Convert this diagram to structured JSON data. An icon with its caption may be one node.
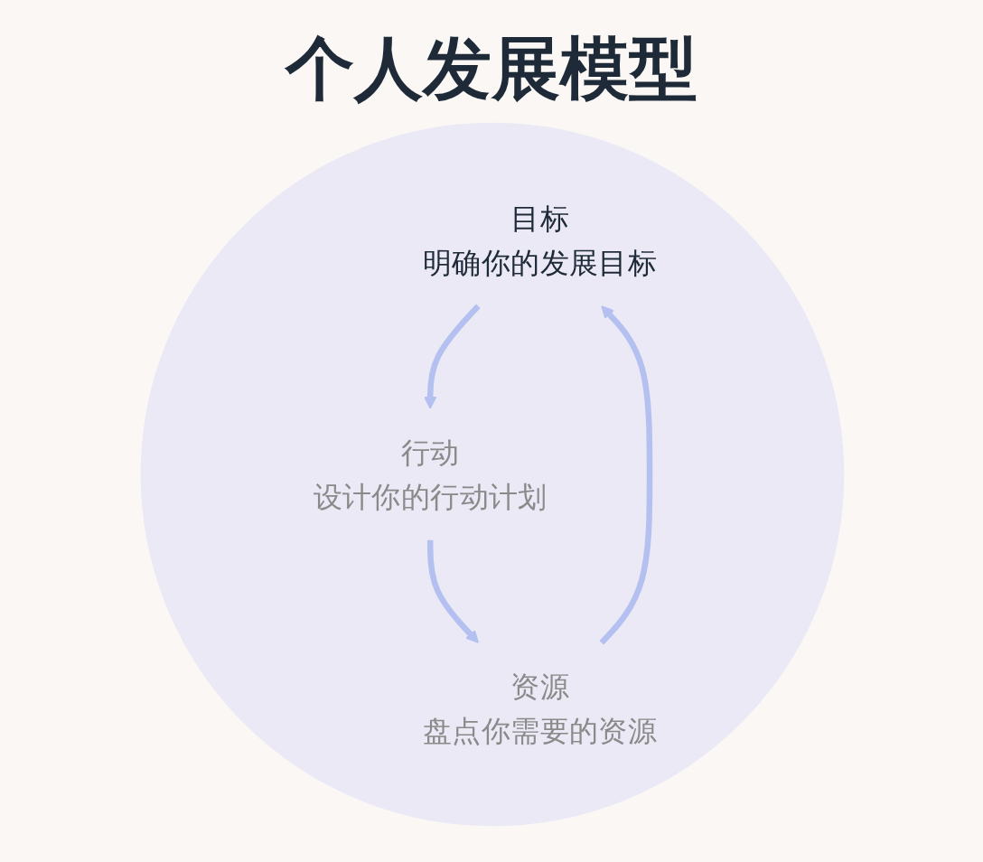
{
  "diagram": {
    "title": "个人发展模型",
    "nodes": [
      {
        "text": [],
        "shape": "circle"
      },
      {
        "text": [
          "目标",
          "明确你的发展目标"
        ],
        "in": 0
      },
      {
        "text": [
          "行动",
          "设计你的行动计划"
        ],
        "in": 0
      },
      {
        "text": [
          "资源",
          "盘点你需要的资源"
        ],
        "in": 0
      }
    ],
    "edges": [
      {
        "from": 1,
        "to": 2,
        "arrow": "to"
      },
      {
        "from": 2,
        "to": 3,
        "arrow": "to"
      },
      {
        "from": 3,
        "to": 1,
        "arrow": "to"
      }
    ]
  }
}
